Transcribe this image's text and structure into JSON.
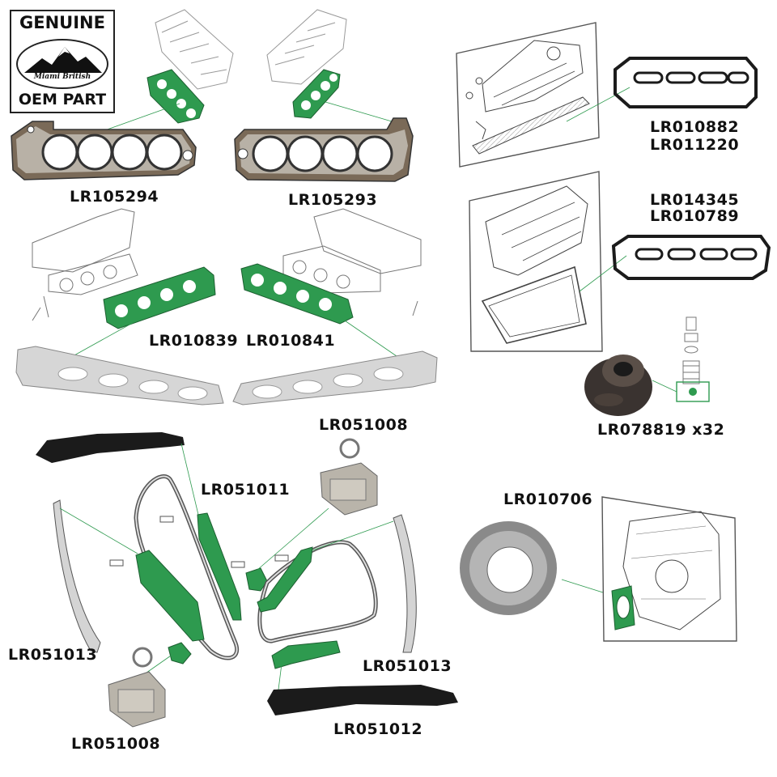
{
  "badge": {
    "line1": "GENUINE",
    "brand": "Miami British",
    "line2": "OEM PART"
  },
  "labels": {
    "head_gasket_left": "LR105294",
    "head_gasket_right": "LR105293",
    "valve_cover_a1": "LR010882",
    "valve_cover_a2": "LR011220",
    "valve_cover_b1": "LR014345",
    "valve_cover_b2": "LR010789",
    "exhaust_gasket_left": "LR010839",
    "exhaust_gasket_right": "LR010841",
    "valve_seal": "LR078819 x32",
    "tensioner_top": "LR051008",
    "guide_upper_center": "LR051011",
    "crank_seal": "LR010706",
    "guide_left": "LR051013",
    "guide_right": "LR051013",
    "guide_bottom": "LR051012",
    "tensioner_bottom": "LR051008"
  },
  "colors": {
    "highlight_green": "#2e9a4f",
    "gasket_steel": "#c9c9c9",
    "black_guide": "#1b1b1b",
    "line_art": "#777777"
  }
}
